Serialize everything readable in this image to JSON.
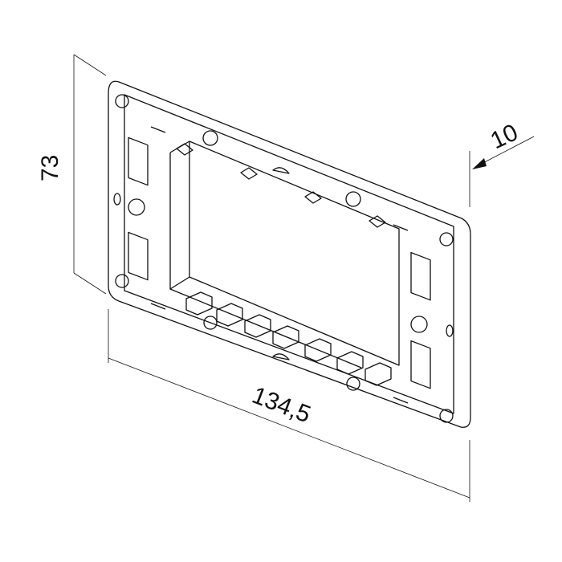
{
  "dimensions": {
    "height": "73",
    "depth": "10",
    "width": "134,5"
  }
}
